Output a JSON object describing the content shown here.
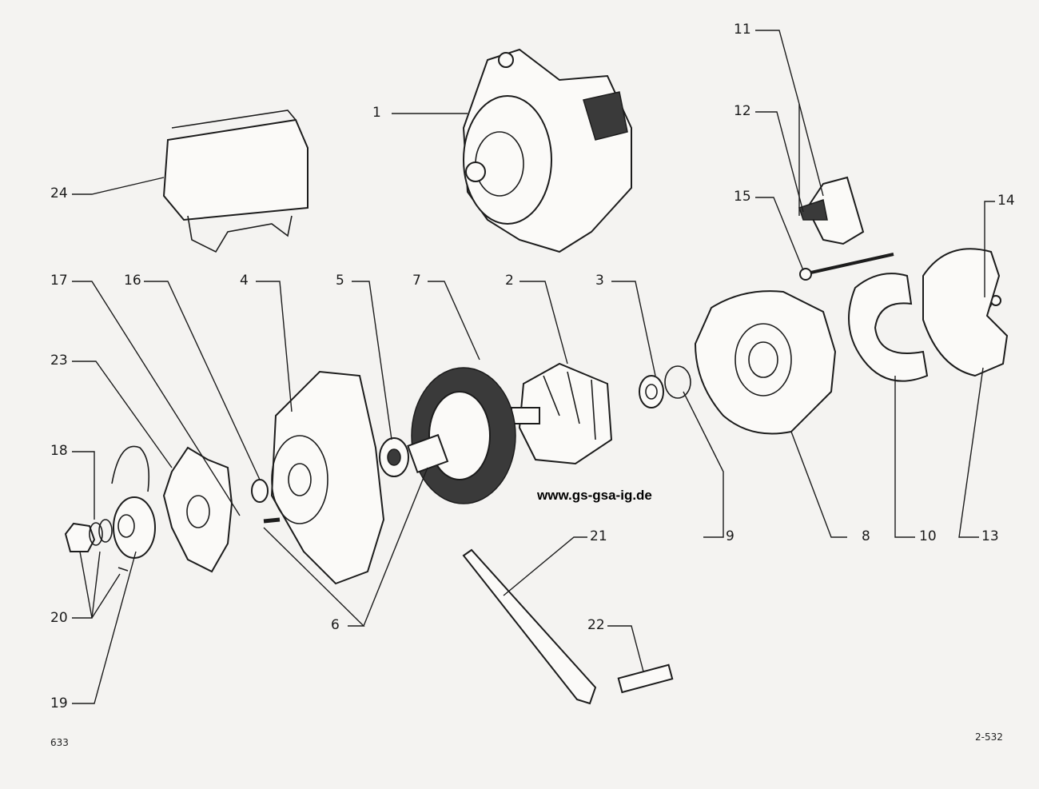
{
  "watermark": "www.gs-gsa-ig.de",
  "footer": {
    "left": "633",
    "right": "2-532"
  },
  "callouts": [
    "1",
    "2",
    "3",
    "4",
    "5",
    "6",
    "7",
    "8",
    "9",
    "10",
    "11",
    "12",
    "13",
    "14",
    "15",
    "16",
    "17",
    "18",
    "19",
    "20",
    "21",
    "22",
    "23",
    "24"
  ]
}
